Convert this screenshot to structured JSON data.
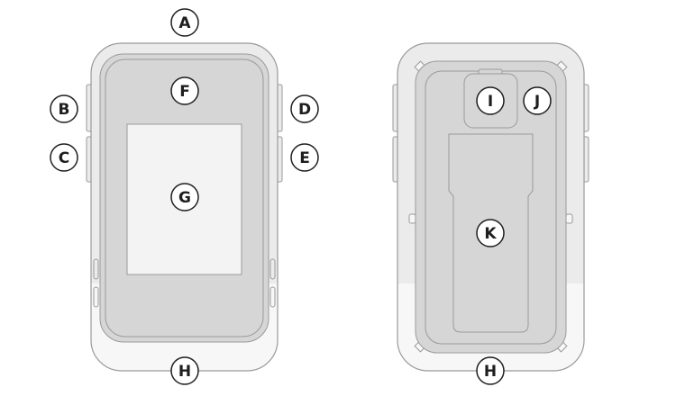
{
  "colors": {
    "outline": "#9a9a9a",
    "shell_light": "#ebebeb",
    "shell_bottom": "#f7f7f7",
    "panel": "#d6d6d6",
    "screen": "#f3f3f3",
    "callout_stroke": "#1e1e1e",
    "callout_fill": "#ffffff"
  },
  "front_view": {
    "labels": {
      "top": "A",
      "left_upper": "B",
      "left_lower": "C",
      "right_upper": "D",
      "right_lower": "E",
      "panel": "F",
      "screen": "G",
      "bottom": "H"
    }
  },
  "back_view": {
    "labels": {
      "camera": "I",
      "sensor": "J",
      "cover": "K",
      "bottom": "H"
    }
  }
}
